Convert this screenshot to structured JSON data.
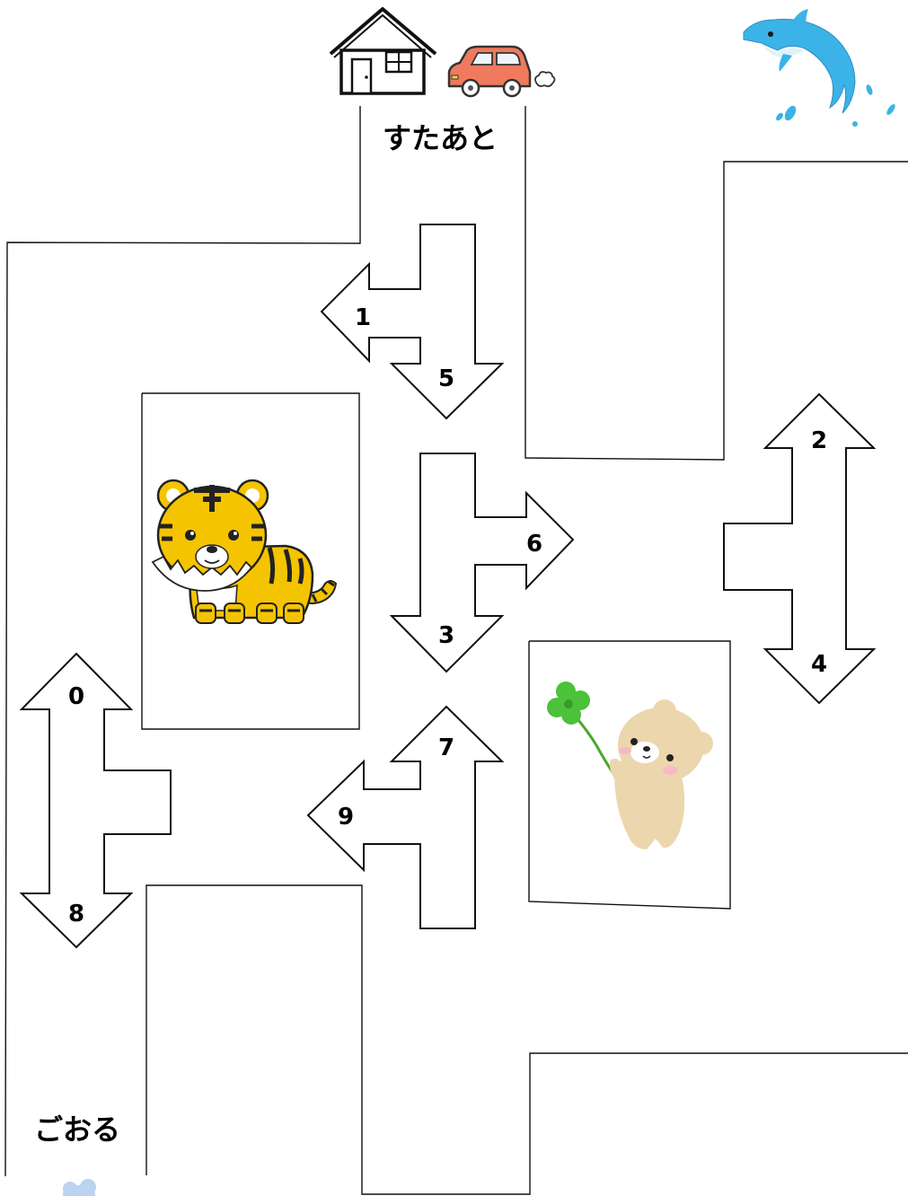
{
  "start_label": "すたあと",
  "goal_label": "ごおる",
  "arrows": {
    "a0": "0",
    "a1": "1",
    "a2": "2",
    "a3": "3",
    "a4": "4",
    "a5": "5",
    "a6": "6",
    "a7": "7",
    "a8": "8",
    "a9": "9"
  },
  "icons": [
    "house-icon",
    "car-icon",
    "dolphin-icon",
    "tiger-icon",
    "bear-icon",
    "four-leaf-clover-icon"
  ]
}
